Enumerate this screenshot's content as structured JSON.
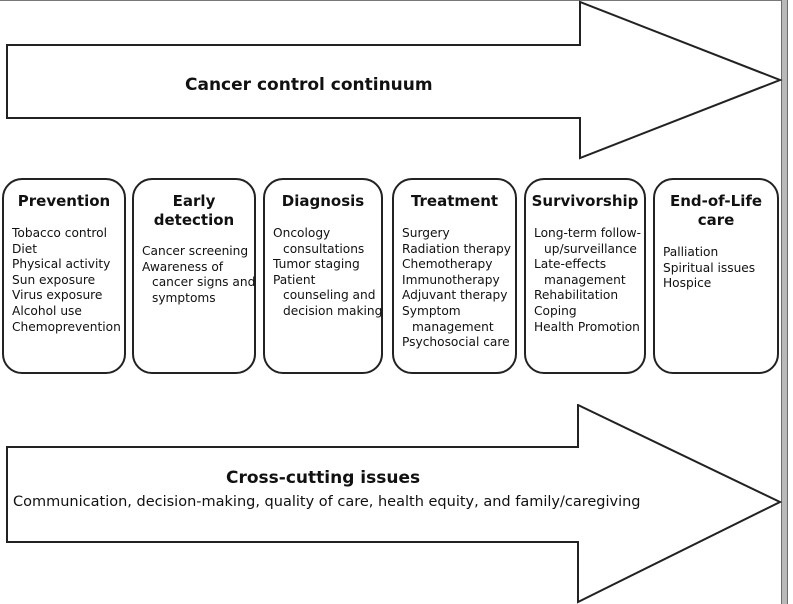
{
  "top_arrow": {
    "title": "Cancer control continuum"
  },
  "bottom_arrow": {
    "title": "Cross-cutting issues",
    "description": "Communication, decision-making, quality of care, health equity, and family/caregiving"
  },
  "phases": [
    {
      "title": "Prevention",
      "items": [
        [
          "Tobacco control"
        ],
        [
          "Diet"
        ],
        [
          "Physical activity"
        ],
        [
          "Sun exposure"
        ],
        [
          "Virus exposure"
        ],
        [
          "Alcohol use"
        ],
        [
          "Chemoprevention"
        ]
      ]
    },
    {
      "title": "Early detection",
      "title_lines": [
        "Early",
        "detection"
      ],
      "items": [
        [
          "Cancer screening"
        ],
        [
          "Awareness of",
          "cancer signs and",
          "symptoms"
        ]
      ]
    },
    {
      "title": "Diagnosis",
      "items": [
        [
          "Oncology",
          "consultations"
        ],
        [
          "Tumor staging"
        ],
        [
          "Patient",
          "counseling and",
          "decision making"
        ]
      ]
    },
    {
      "title": "Treatment",
      "items": [
        [
          "Surgery"
        ],
        [
          "Radiation therapy"
        ],
        [
          "Chemotherapy"
        ],
        [
          "Immunotherapy"
        ],
        [
          "Adjuvant therapy"
        ],
        [
          "Symptom",
          "management"
        ],
        [
          "Psychosocial care"
        ]
      ]
    },
    {
      "title": "Survivorship",
      "items": [
        [
          "Long-term follow-",
          "up/surveillance"
        ],
        [
          "Late-effects",
          "management"
        ],
        [
          "Rehabilitation"
        ],
        [
          "Coping"
        ],
        [
          "Health Promotion"
        ]
      ]
    },
    {
      "title": "End-of-Life care",
      "title_lines": [
        "End-of-Life",
        "care"
      ],
      "items": [
        [
          "Palliation"
        ],
        [
          "Spiritual issues"
        ],
        [
          "Hospice"
        ]
      ]
    }
  ]
}
